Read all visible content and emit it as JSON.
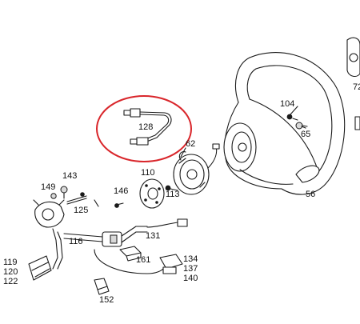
{
  "diagram": {
    "highlight_color": "#d9262b",
    "callouts": {
      "c128": "128",
      "c104": "104",
      "c65": "65",
      "c62": "62",
      "c56": "56",
      "c143": "143",
      "c149": "149",
      "c110": "110",
      "c113": "113",
      "c146": "146",
      "c125": "125",
      "c116": "116",
      "c131": "131",
      "c161": "161",
      "c134": "134",
      "c137": "137",
      "c140": "140",
      "c119": "119",
      "c120": "120",
      "c122": "122",
      "c152": "152",
      "c72": "72"
    }
  }
}
